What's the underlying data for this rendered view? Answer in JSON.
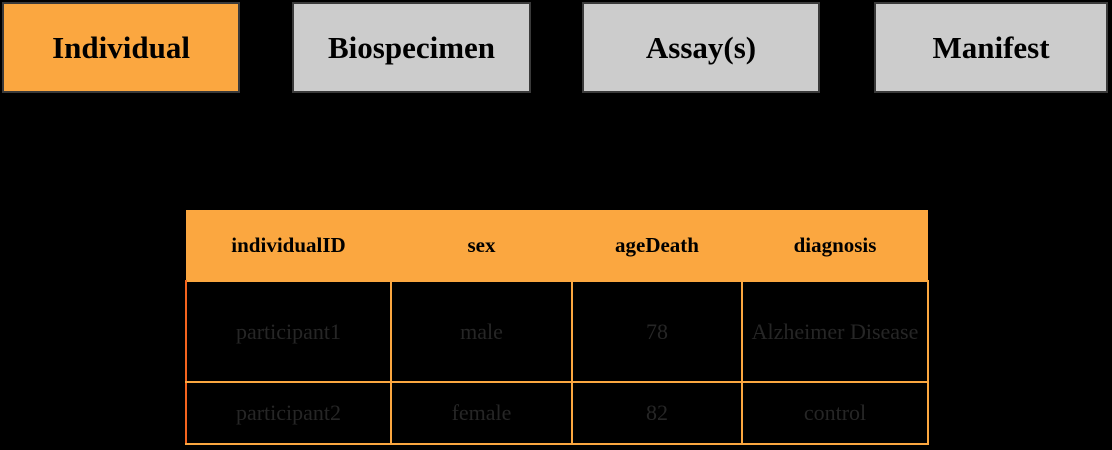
{
  "colors": {
    "background": "#000000",
    "accent_orange": "#fba740",
    "tab_inactive_gray": "#cccccc",
    "tab_border": "#3a3a3a",
    "body_text": "#262626",
    "grid_line": "#fba740",
    "grid_line_alt": "#f4641e"
  },
  "tabs": {
    "items": [
      {
        "label": "Individual",
        "state": "active"
      },
      {
        "label": "Biospecimen",
        "state": "inactive"
      },
      {
        "label": "Assay(s)",
        "state": "inactive"
      },
      {
        "label": "Manifest",
        "state": "inactive"
      }
    ]
  },
  "table": {
    "columns": [
      "individualID",
      "sex",
      "ageDeath",
      "diagnosis"
    ],
    "rows": [
      {
        "individualID": "participant1",
        "sex": "male",
        "ageDeath": "78",
        "diagnosis": "Alzheimer Disease"
      },
      {
        "individualID": "participant2",
        "sex": "female",
        "ageDeath": "82",
        "diagnosis": "control"
      }
    ]
  }
}
